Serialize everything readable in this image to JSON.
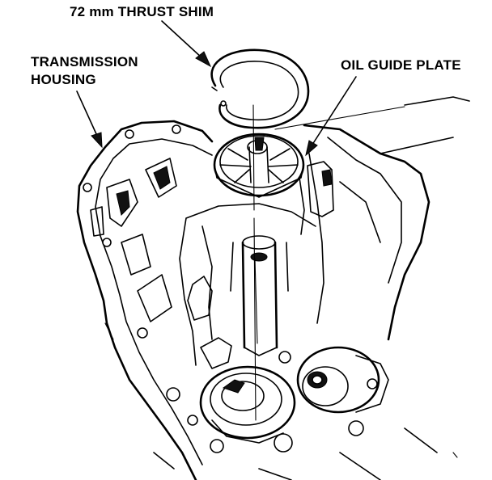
{
  "labels": {
    "thrust_shim": "72 mm THRUST SHIM",
    "transmission_housing_line1": "TRANSMISSION",
    "transmission_housing_line2": "HOUSING",
    "oil_guide_plate": "OIL GUIDE PLATE"
  },
  "colors": {
    "ink": "#000000",
    "paper": "#ffffff"
  }
}
